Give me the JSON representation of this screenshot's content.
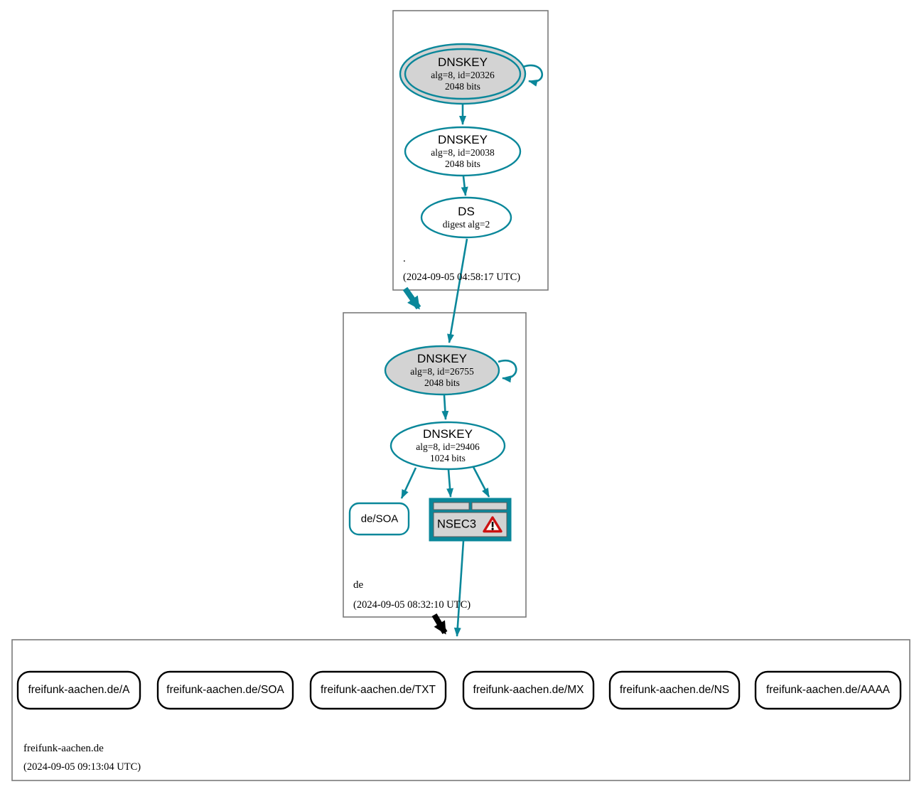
{
  "diagram_type": "dnssec-authentication-chain",
  "colors": {
    "secure_edge": "#0a879a",
    "insecure_edge": "#000000",
    "ksk_fill": "#d3d3d3",
    "warning_red": "#cc1111",
    "zone_border": "#7a7a7a"
  },
  "zones": [
    {
      "label": ".",
      "timestamp": "(2024-09-05 04:58:17 UTC)",
      "nodes": {
        "ksk": {
          "title": "DNSKEY",
          "line1": "alg=8, id=20326",
          "line2": "2048 bits"
        },
        "zsk": {
          "title": "DNSKEY",
          "line1": "alg=8, id=20038",
          "line2": "2048 bits"
        },
        "ds": {
          "title": "DS",
          "line1": "digest alg=2"
        }
      }
    },
    {
      "label": "de",
      "timestamp": "(2024-09-05 08:32:10 UTC)",
      "nodes": {
        "ksk": {
          "title": "DNSKEY",
          "line1": "alg=8, id=26755",
          "line2": "2048 bits"
        },
        "zsk": {
          "title": "DNSKEY",
          "line1": "alg=8, id=29406",
          "line2": "1024 bits"
        },
        "soa": {
          "label": "de/SOA"
        },
        "nsec3": {
          "label": "NSEC3",
          "icon": "warning-triangle-icon"
        }
      }
    },
    {
      "label": "freifunk-aachen.de",
      "timestamp": "(2024-09-05 09:13:04 UTC)",
      "rrsets": [
        {
          "label": "freifunk-aachen.de/A"
        },
        {
          "label": "freifunk-aachen.de/SOA"
        },
        {
          "label": "freifunk-aachen.de/TXT"
        },
        {
          "label": "freifunk-aachen.de/MX"
        },
        {
          "label": "freifunk-aachen.de/NS"
        },
        {
          "label": "freifunk-aachen.de/AAAA"
        }
      ]
    }
  ]
}
